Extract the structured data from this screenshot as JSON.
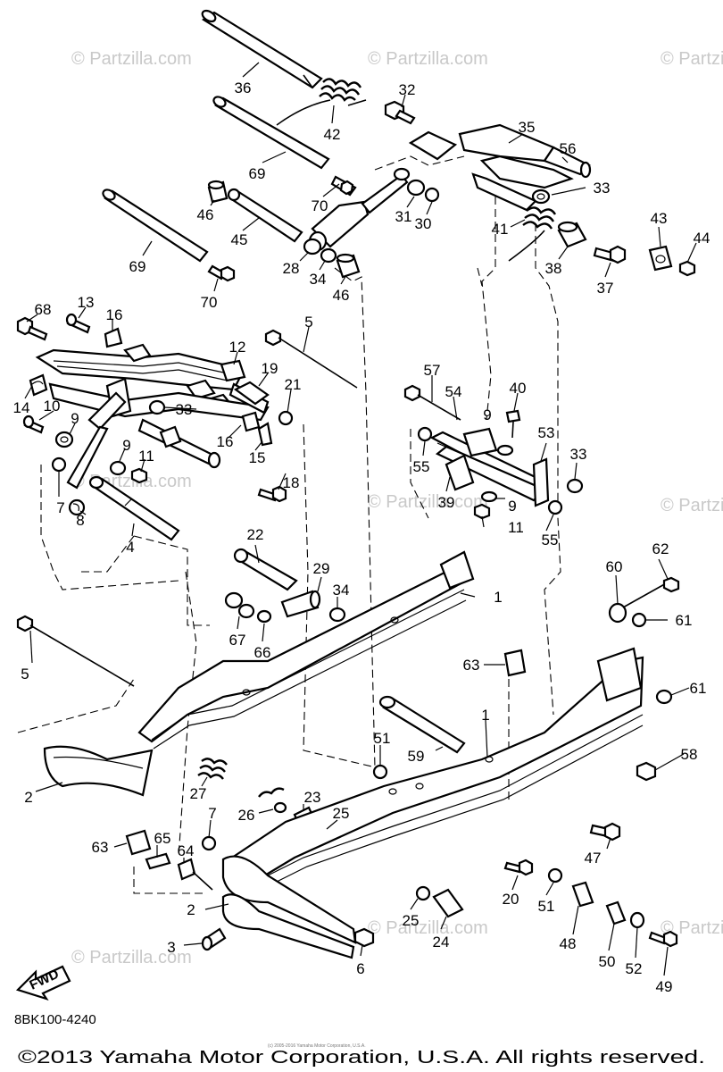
{
  "watermark": "© Partzilla.com",
  "drawing_code": "8BK100-4240",
  "copyright": "©2013 Yamaha Motor Corporation, U.S.A. All rights reserved.",
  "small_copyright": "(c) 2005-2016 Yamaha Motor Corporation, U.S.A.",
  "fwd_label": "FWD",
  "callouts": {
    "c36": "36",
    "c42": "42",
    "c32": "32",
    "c35": "35",
    "c56": "56",
    "c69a": "69",
    "c70a": "70",
    "c33a": "33",
    "c46a": "46",
    "c45": "45",
    "c31": "31",
    "c30": "30",
    "c41": "41",
    "c43": "43",
    "c44": "44",
    "c69b": "69",
    "c28": "28",
    "c34a": "34",
    "c46b": "46",
    "c38": "38",
    "c37": "37",
    "c70b": "70",
    "c68": "68",
    "c13": "13",
    "c16a": "16",
    "c5a": "5",
    "c12": "12",
    "c19": "19",
    "c21": "21",
    "c57": "57",
    "c54": "54",
    "c40": "40",
    "c14": "14",
    "c10": "10",
    "c9a": "9",
    "c33b": "33",
    "c16b": "16",
    "c15": "15",
    "c9b": "9",
    "c11a": "11",
    "c53": "53",
    "c33c": "33",
    "c55a": "55",
    "c9c": "9",
    "c7a": "7",
    "c8": "8",
    "c18": "18",
    "c39": "39",
    "c9d": "9",
    "c11b": "11",
    "c55b": "55",
    "c4": "4",
    "c22": "22",
    "c62": "62",
    "c60": "60",
    "c29": "29",
    "c34b": "34",
    "c1a": "1",
    "c67": "67",
    "c66": "66",
    "c61a": "61",
    "c5b": "5",
    "c63a": "63",
    "c61b": "61",
    "c1b": "1",
    "c51a": "51",
    "c59": "59",
    "c58": "58",
    "c2a": "2",
    "c27": "27",
    "c23": "23",
    "c26": "26",
    "c25a": "25",
    "c7b": "7",
    "c65": "65",
    "c63b": "63",
    "c64": "64",
    "c47": "47",
    "c20": "20",
    "c51b": "51",
    "c2b": "2",
    "c25b": "25",
    "c48": "48",
    "c3": "3",
    "c24": "24",
    "c50": "50",
    "c52": "52",
    "c6": "6",
    "c49": "49"
  }
}
